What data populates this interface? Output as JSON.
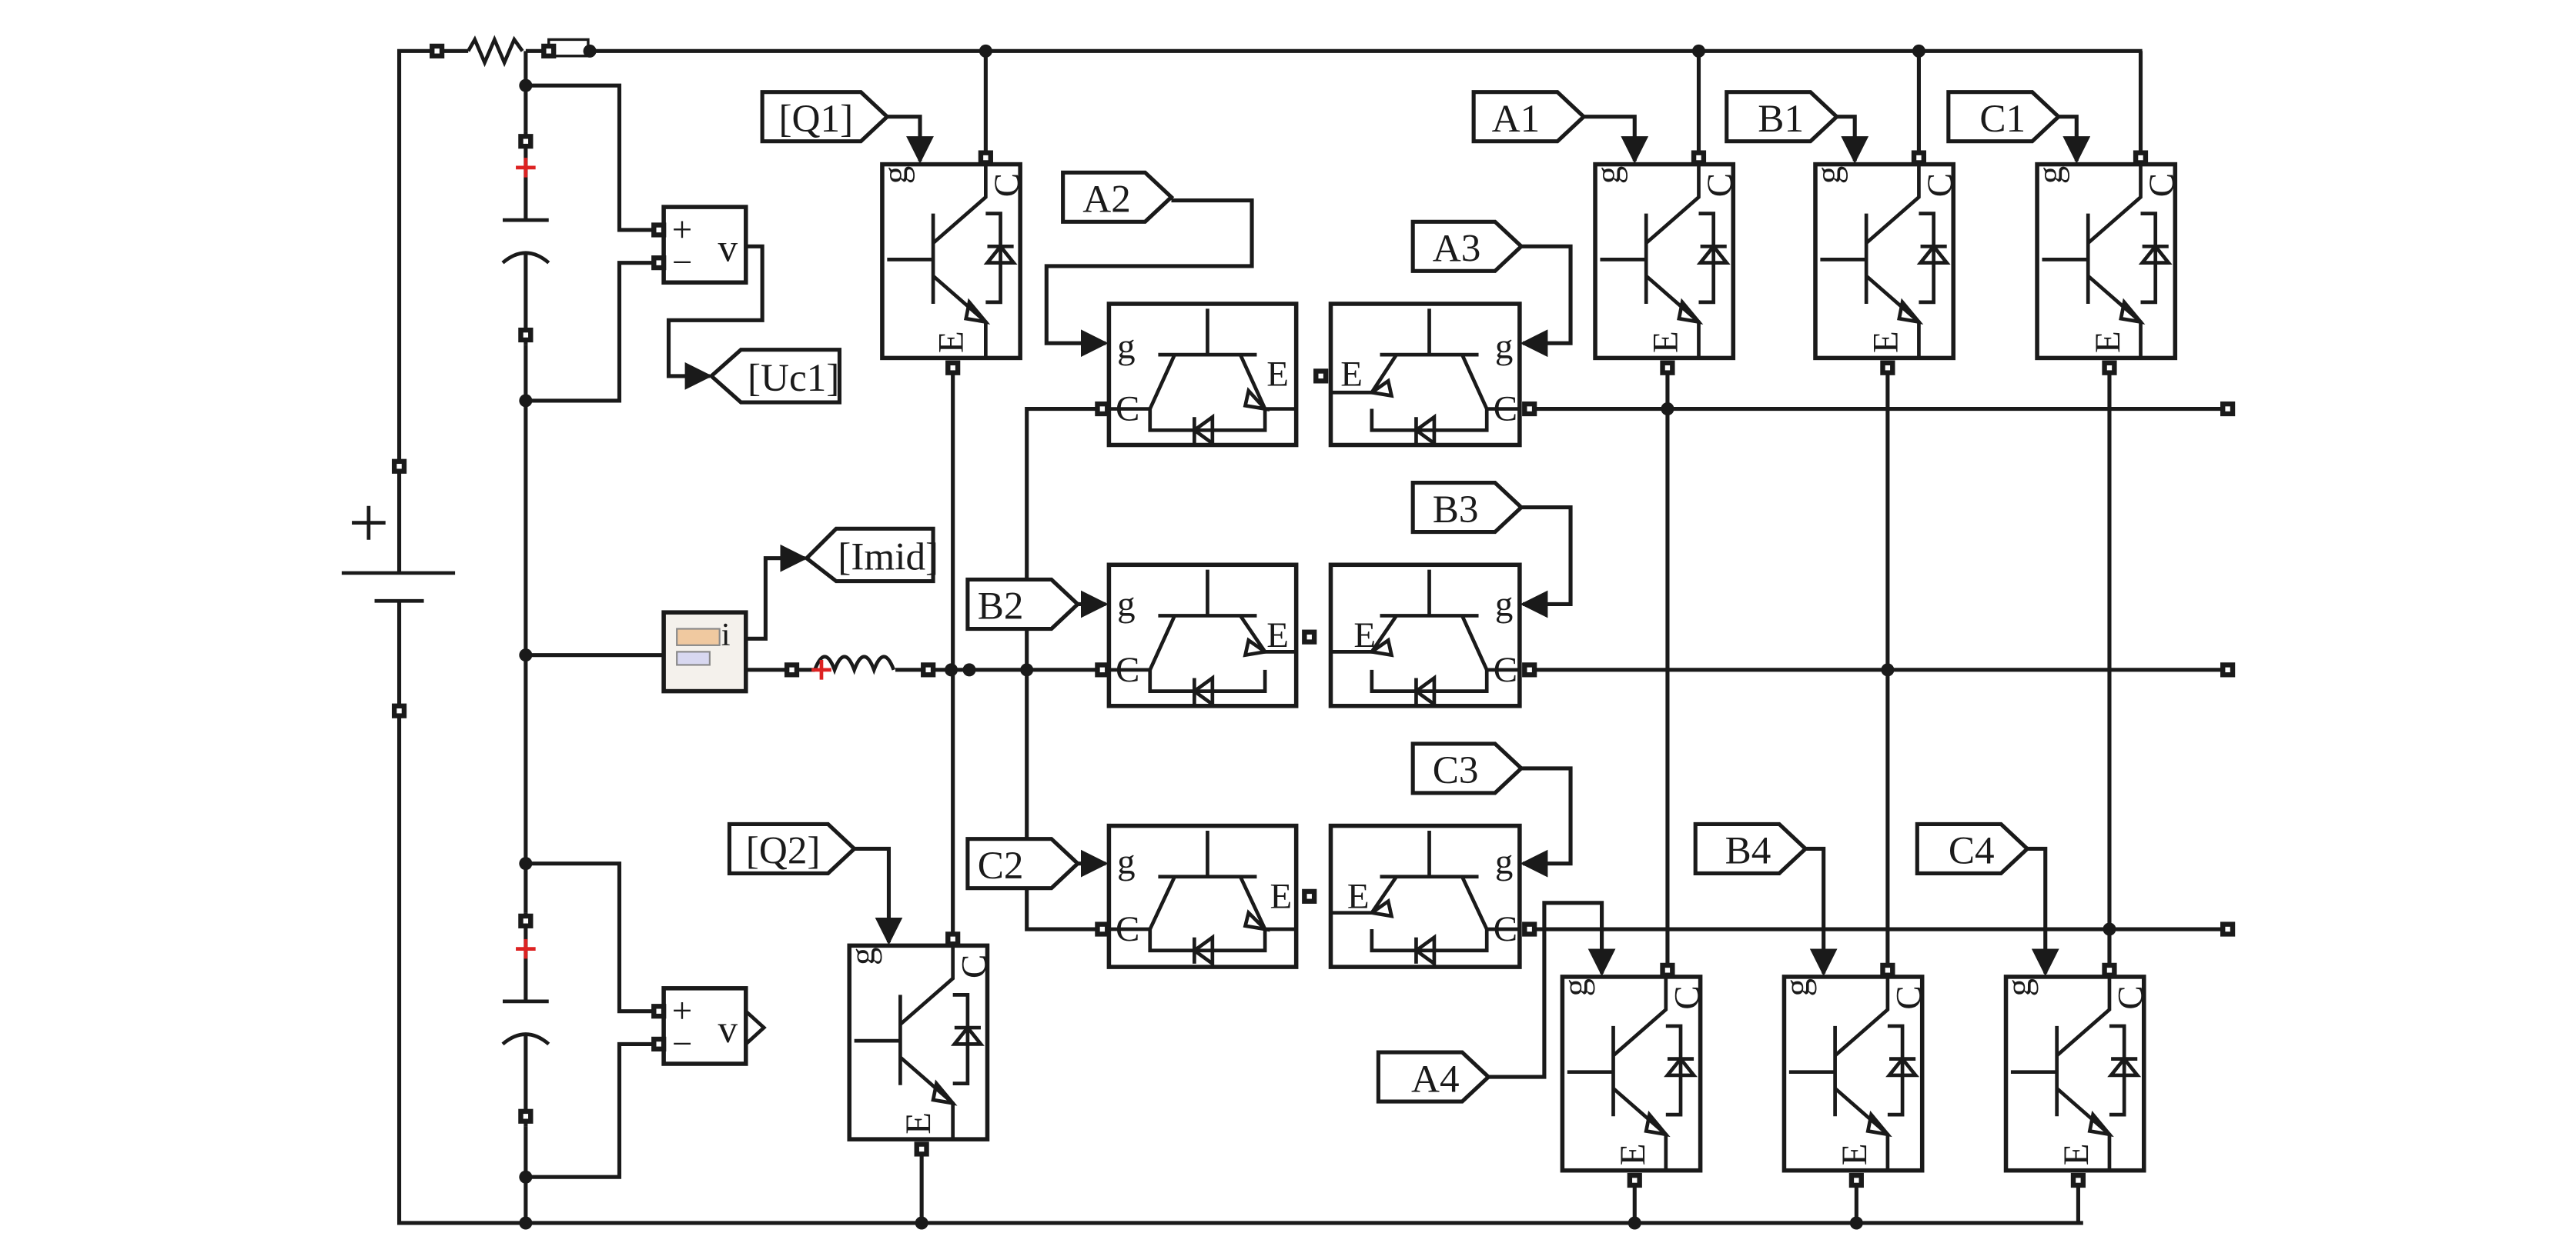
{
  "tags": {
    "q1": "[Q1]",
    "q2": "[Q2]",
    "a1": "A1",
    "a2": "A2",
    "a3": "A3",
    "a4": "A4",
    "b1": "B1",
    "b2": "B2",
    "b3": "B3",
    "b4": "B4",
    "c1": "C1",
    "c2": "C2",
    "c3": "C3",
    "c4": "C4",
    "uc1": "[Uc1]",
    "imid": "[Imid]"
  },
  "pins": {
    "gate": "g",
    "collector": "C",
    "emitter": "E"
  },
  "meters": {
    "voltage": "v",
    "current": "i",
    "plus": "+",
    "minus": "−"
  },
  "source": {
    "plus": "+"
  }
}
